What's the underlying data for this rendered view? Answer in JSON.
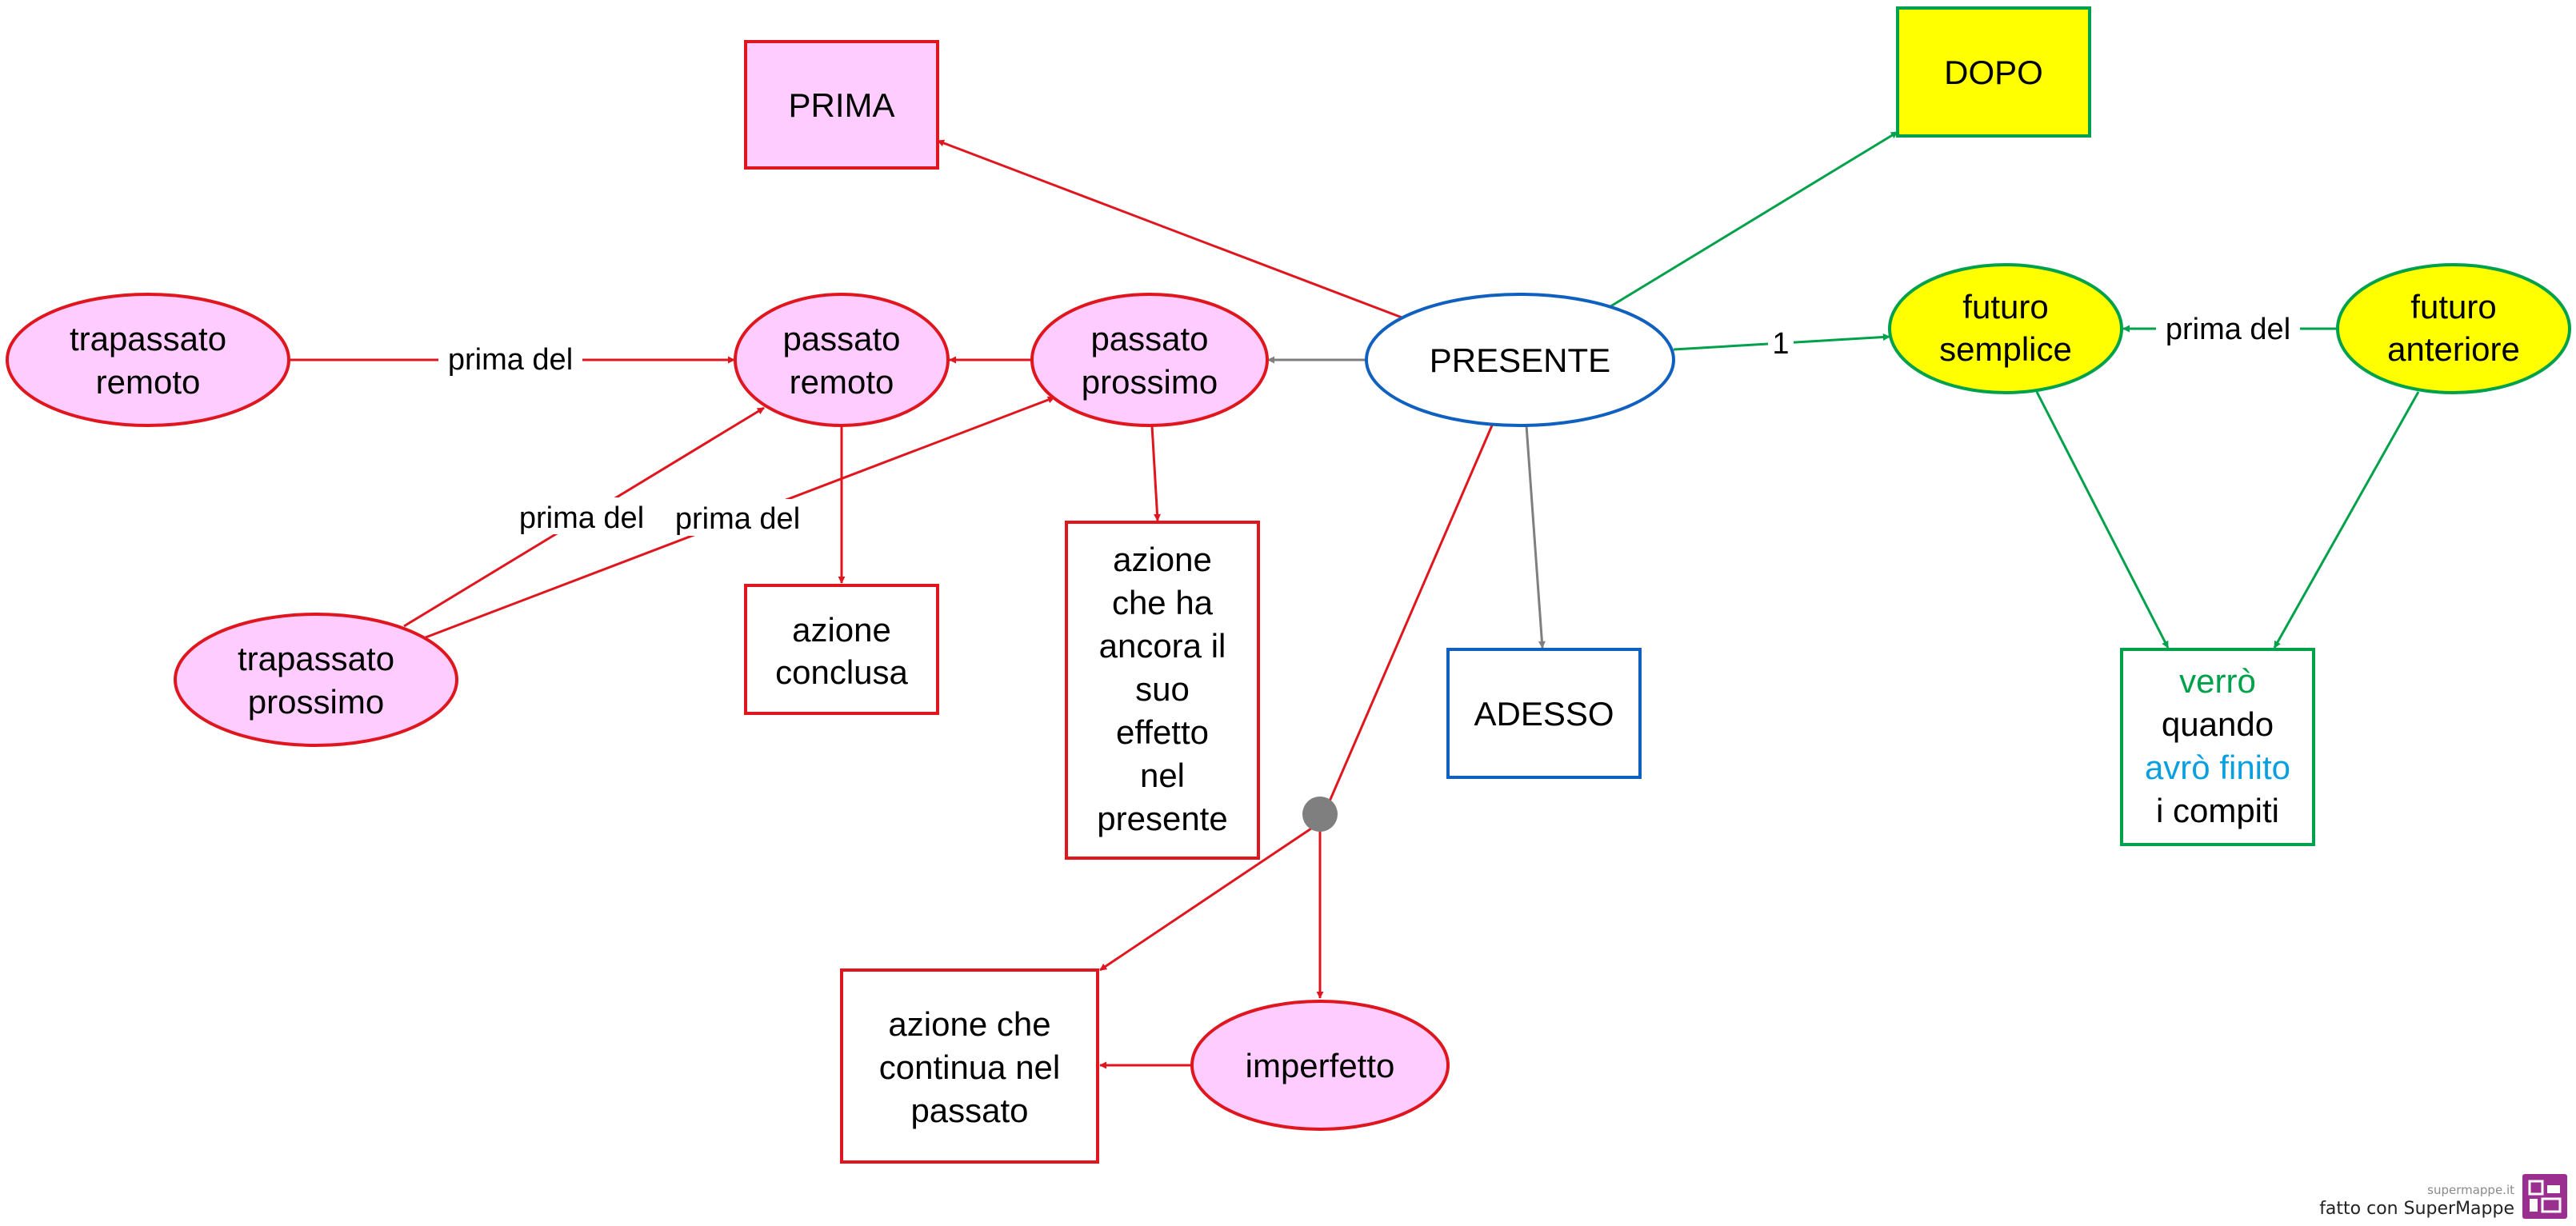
{
  "colors": {
    "red": "#e0161e",
    "green": "#00a14b",
    "blue": "#1060c0",
    "gray": "#7f7f7f",
    "pink_fill": "#ffccff",
    "yellow_fill": "#ffff00",
    "cyan_text": "#0aa0e0",
    "logo_purple": "#9b2f8f"
  },
  "nodes": {
    "prima": "PRIMA",
    "dopo": "DOPO",
    "presente": "PRESENTE",
    "adesso": "ADESSO",
    "futuro_semplice": [
      "futuro",
      "semplice"
    ],
    "futuro_anteriore": [
      "futuro",
      "anteriore"
    ],
    "passato_remoto": [
      "passato",
      "remoto"
    ],
    "passato_prossimo": [
      "passato",
      "prossimo"
    ],
    "trapassato_remoto": [
      "trapassato",
      "remoto"
    ],
    "trapassato_prossimo": [
      "trapassato",
      "prossimo"
    ],
    "azione_conclusa": [
      "azione",
      "conclusa"
    ],
    "azione_effetto": [
      "azione",
      "che ha",
      "ancora il",
      "suo",
      "effetto",
      "nel",
      "presente"
    ],
    "azione_continua": [
      "azione che",
      "continua nel",
      "passato"
    ],
    "imperfetto": "imperfetto",
    "verro": [
      "verrò",
      "quando",
      "avrò finito",
      "i compiti"
    ]
  },
  "edge_labels": {
    "prima_del_1": "prima del",
    "prima_del_2": "prima del",
    "prima_del_3": "prima del",
    "prima_del_4": "prima del",
    "one": "1"
  },
  "footer": {
    "site": "supermappe.it",
    "made_with": "fatto con SuperMappe"
  }
}
